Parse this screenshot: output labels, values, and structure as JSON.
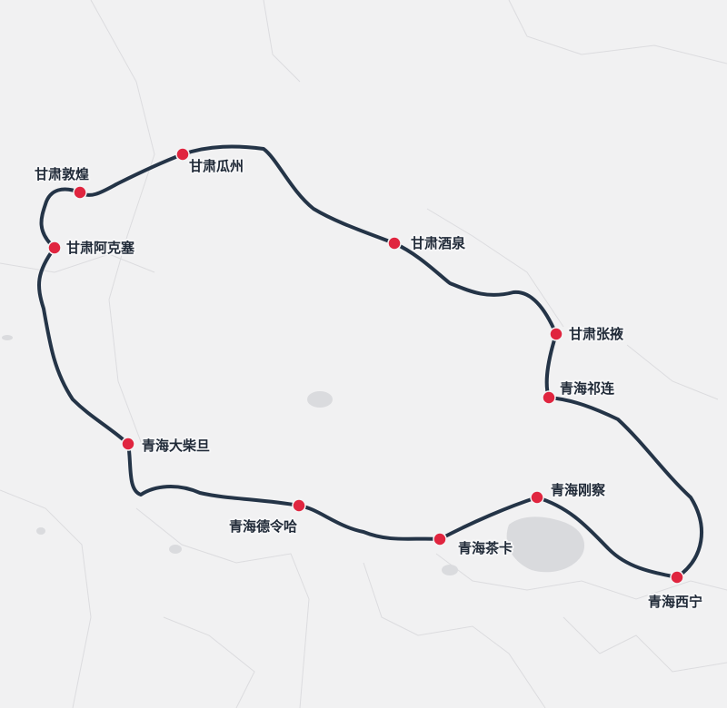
{
  "colors": {
    "background": "#f1f1f2",
    "route": "#243447",
    "stop": "#e0253f",
    "label": "#1f2937",
    "terrain_line": "#d9d9dc",
    "water": "#d7d8db"
  },
  "stops": [
    {
      "id": "gansu-dunhuang",
      "name": "甘肃敦煌"
    },
    {
      "id": "gansu-guazhou",
      "name": "甘肃瓜州"
    },
    {
      "id": "gansu-jiuquan",
      "name": "甘肃酒泉"
    },
    {
      "id": "gansu-zhangye",
      "name": "甘肃张掖"
    },
    {
      "id": "qinghai-qilian",
      "name": "青海祁连"
    },
    {
      "id": "qinghai-xining",
      "name": "青海西宁"
    },
    {
      "id": "qinghai-gangcha",
      "name": "青海刚察"
    },
    {
      "id": "qinghai-chaka",
      "name": "青海茶卡"
    },
    {
      "id": "qinghai-delingha",
      "name": "青海德令哈"
    },
    {
      "id": "qinghai-dachaidan",
      "name": "青海大柴旦"
    },
    {
      "id": "gansu-akesai",
      "name": "甘肃阿克塞"
    }
  ]
}
